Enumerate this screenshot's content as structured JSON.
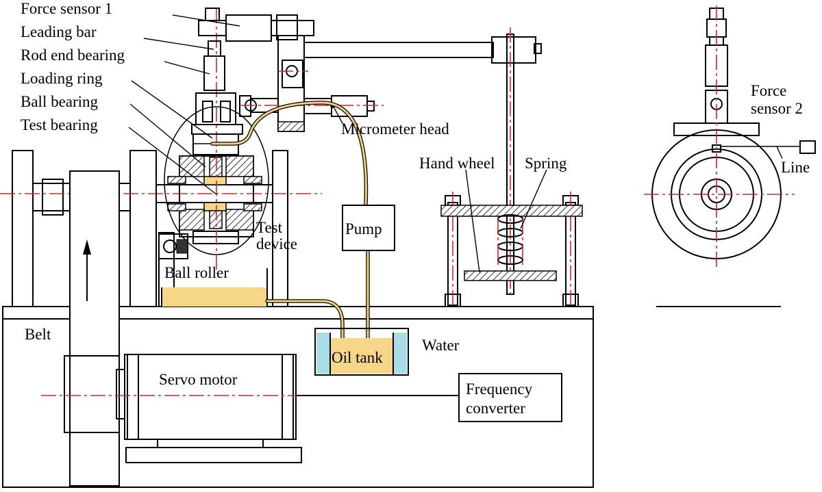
{
  "labels": {
    "force_sensor_1": "Force sensor 1",
    "leading_bar": "Leading bar",
    "rod_end_bearing": "Rod end bearing",
    "loading_ring": "Loading ring",
    "ball_bearing": "Ball bearing",
    "test_bearing": "Test bearing",
    "micrometer_head": "Micrometer head",
    "hand_wheel": "Hand wheel",
    "spring": "Spring",
    "test_device_line1": "Test",
    "test_device_line2": "device",
    "ball_roller": "Ball roller",
    "pump": "Pump",
    "belt": "Belt",
    "oil_tank": "Oil tank",
    "water": "Water",
    "servo_motor": "Servo motor",
    "frequency_converter_line1": "Frequency",
    "frequency_converter_line2": "converter",
    "force_sensor_2_line1": "Force",
    "force_sensor_2_line2": "sensor 2",
    "line": "Line"
  },
  "colors": {
    "centerline": "#e0202a",
    "oil": "#f6d78a",
    "water": "#a8dde8",
    "outline": "#000000"
  }
}
